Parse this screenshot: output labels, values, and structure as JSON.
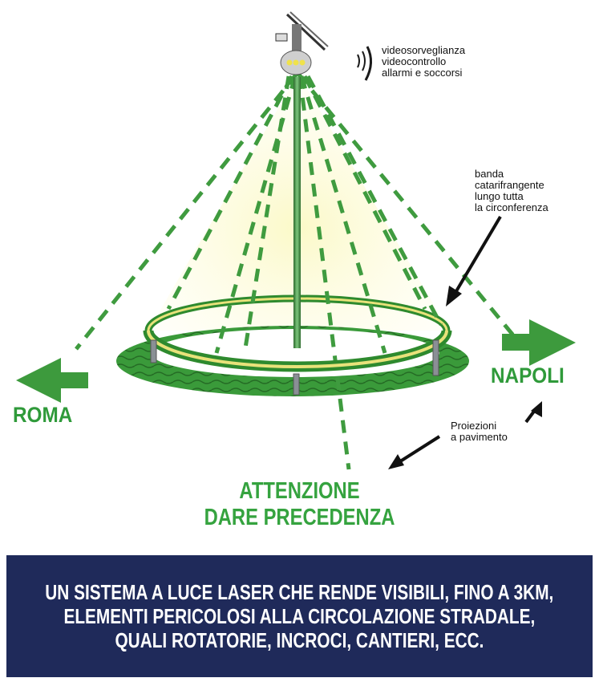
{
  "diagram": {
    "video_label": [
      "videosorveglianza",
      "videocontrollo",
      "allarmi e soccorsi"
    ],
    "band_label": [
      "banda",
      "catarifrangente",
      "lungo tutta",
      "la circonferenza"
    ],
    "projection_label": [
      "Proiezioni",
      "a pavimento"
    ],
    "city_left": "ROMA",
    "city_right": "NAPOLI",
    "warning": [
      "ATTENZIONE",
      "DARE PRECEDENZA"
    ],
    "colors": {
      "green": "#3f9b3f",
      "dark_green": "#2e7d32",
      "light_yellow": "#fbf9c8",
      "navy": "#1f2a5a"
    }
  },
  "caption": [
    "UN SISTEMA A LUCE LASER CHE RENDE VISIBILI, FINO A 3KM,",
    "ELEMENTI PERICOLOSI ALLA CIRCOLAZIONE STRADALE,",
    "QUALI ROTATORIE, INCROCI, CANTIERI, ECC."
  ]
}
